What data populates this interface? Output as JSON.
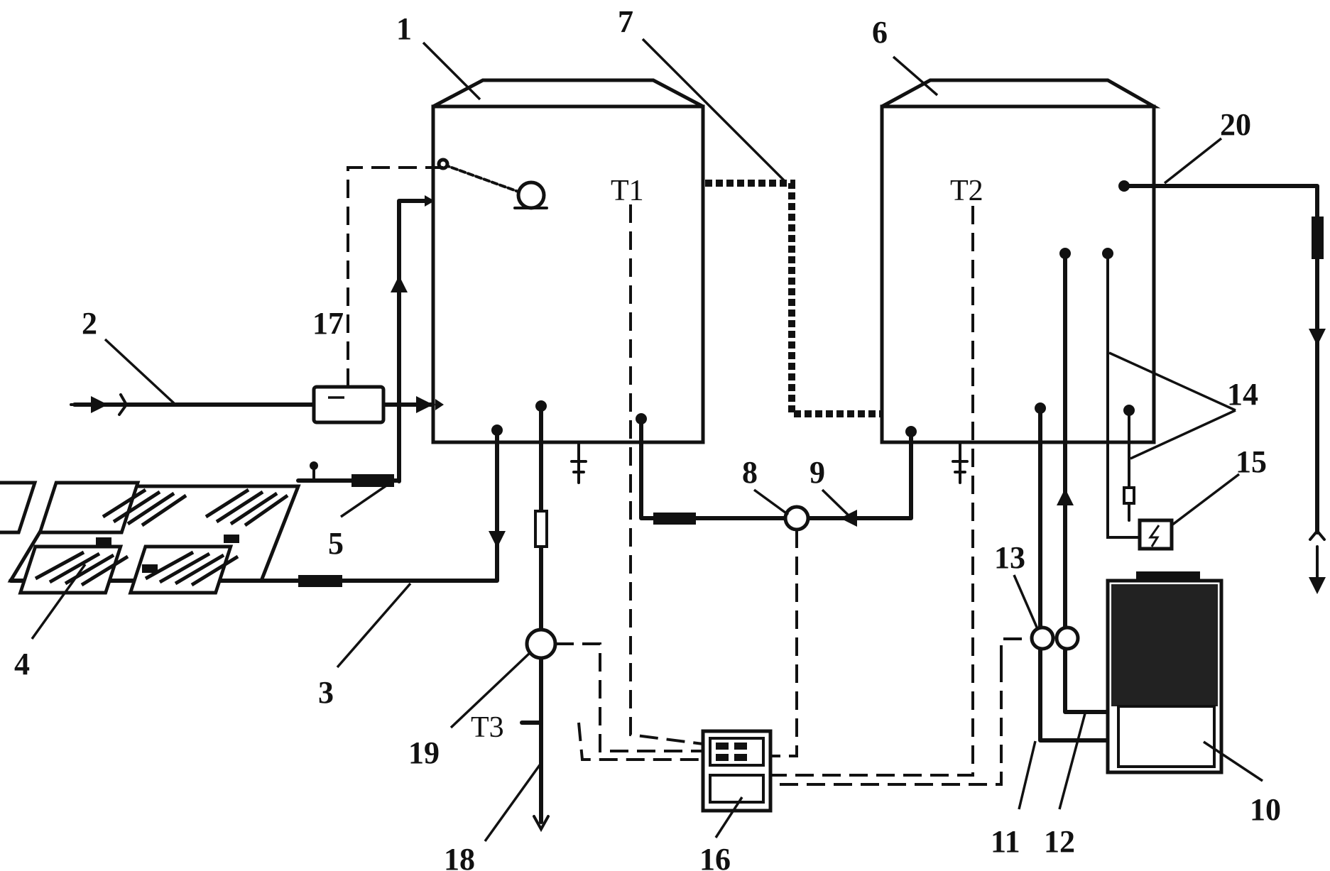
{
  "callouts": {
    "c1": "1",
    "c2": "2",
    "c3": "3",
    "c4": "4",
    "c5": "5",
    "c6": "6",
    "c7": "7",
    "c8": "8",
    "c9": "9",
    "c10": "10",
    "c11": "11",
    "c12": "12",
    "c13": "13",
    "c14": "14",
    "c15": "15",
    "c16": "16",
    "c17": "17",
    "c18": "18",
    "c19": "19",
    "c20": "20"
  },
  "sensors": {
    "t1": "T1",
    "t2": "T2",
    "t3": "T3"
  }
}
